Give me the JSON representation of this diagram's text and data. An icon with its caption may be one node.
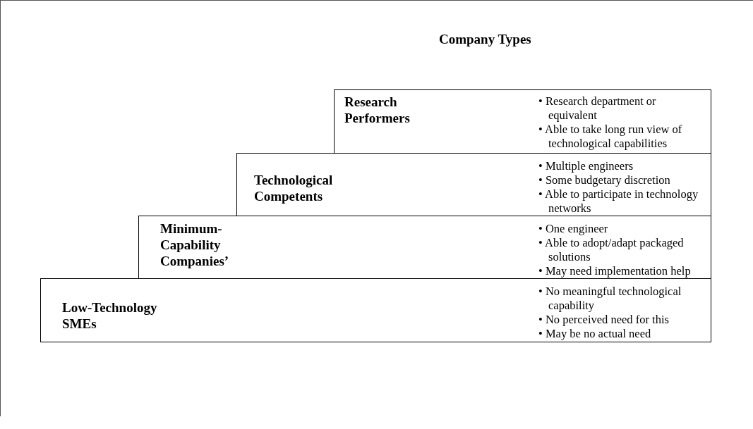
{
  "diagram": {
    "title": "Company Types",
    "nodes": [
      {
        "text": [
          "Research Performers",
          "• Research department or equivalent",
          "• Able to take long run view of technological capabilities"
        ]
      },
      {
        "text": [
          "Technological Competents",
          "• Multiple engineers",
          "• Some budgetary discretion",
          "• Able to participate in technology networks"
        ]
      },
      {
        "text": [
          "Minimum-Capability Companies’",
          "• One engineer",
          "• Able to adopt/adapt packaged solutions",
          "• May need implementation help"
        ]
      },
      {
        "text": [
          "Low-Technology SMEs",
          "• No meaningful technological capability",
          "• No perceived need for this",
          "• May be no actual need"
        ]
      }
    ],
    "edges": []
  }
}
